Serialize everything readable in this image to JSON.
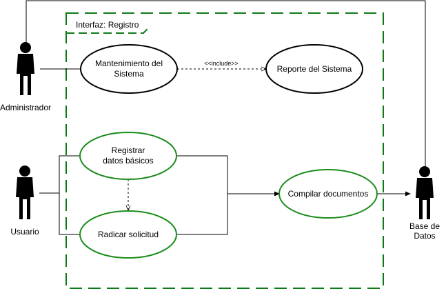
{
  "boundary": {
    "title": "Interfaz: Registro"
  },
  "actors": {
    "administrador": {
      "label": "Administrador"
    },
    "usuario": {
      "label": "Usuario"
    },
    "base_datos": {
      "label_line1": "Base de",
      "label_line2": "Datos"
    }
  },
  "use_cases": {
    "mantenimiento": {
      "line1": "Mantenimiento del",
      "line2": "Sistema"
    },
    "reporte": {
      "label": "Reporte del Sistema"
    },
    "registrar": {
      "line1": "Registrar",
      "line2": "datos básicos"
    },
    "radicar": {
      "label": "Radicar solicitud"
    },
    "compilar": {
      "label": "Compilar documentos"
    }
  },
  "relations": {
    "include_label": "<<include>>"
  },
  "colors": {
    "boundary": "#0d7a16",
    "green_ellipse": "#1a8c1a",
    "black": "#000000"
  }
}
